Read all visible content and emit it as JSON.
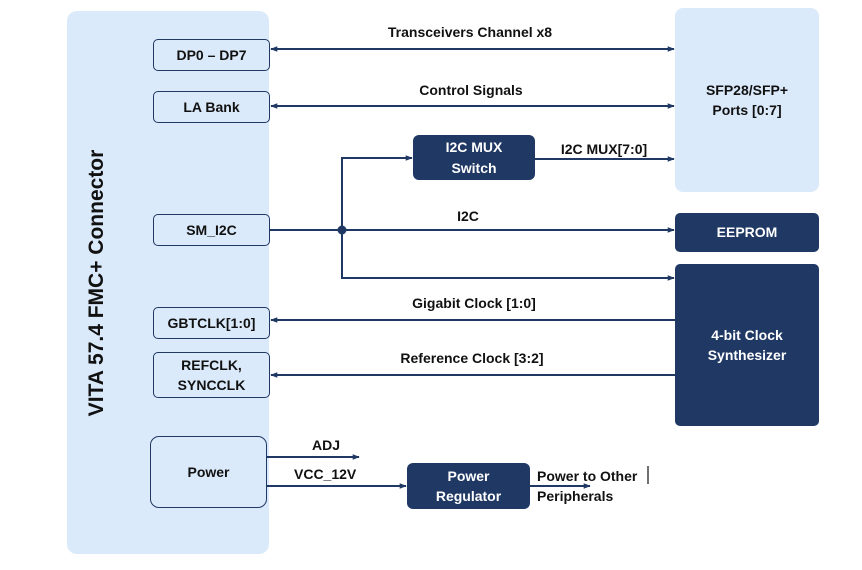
{
  "connector": {
    "title": "VITA 57.4 FMC+ Connector"
  },
  "ports": {
    "dp": "DP0 – DP7",
    "la": "LA Bank",
    "smi2c": "SM_I2C",
    "gbtclk": "GBTCLK[1:0]",
    "refclk_line1": "REFCLK,",
    "refclk_line2": "SYNCCLK",
    "power": "Power"
  },
  "blocks": {
    "sfp_line1": "SFP28/SFP+",
    "sfp_line2": "Ports [0:7]",
    "i2cmux_line1": "I2C MUX",
    "i2cmux_line2": "Switch",
    "eeprom": "EEPROM",
    "clock_line1": "4-bit Clock",
    "clock_line2": "Synthesizer",
    "regulator_line1": "Power",
    "regulator_line2": "Regulator"
  },
  "signals": {
    "transceivers": "Transceivers Channel x8",
    "control": "Control Signals",
    "i2cmux_bus": "I2C MUX[7:0]",
    "i2c": "I2C",
    "gigabit_clock": "Gigabit Clock [1:0]",
    "reference_clock": "Reference Clock [3:2]",
    "adj": "ADJ",
    "vcc": "VCC_12V",
    "power_other_line1": "Power to Other",
    "power_other_line2": "Peripherals"
  }
}
